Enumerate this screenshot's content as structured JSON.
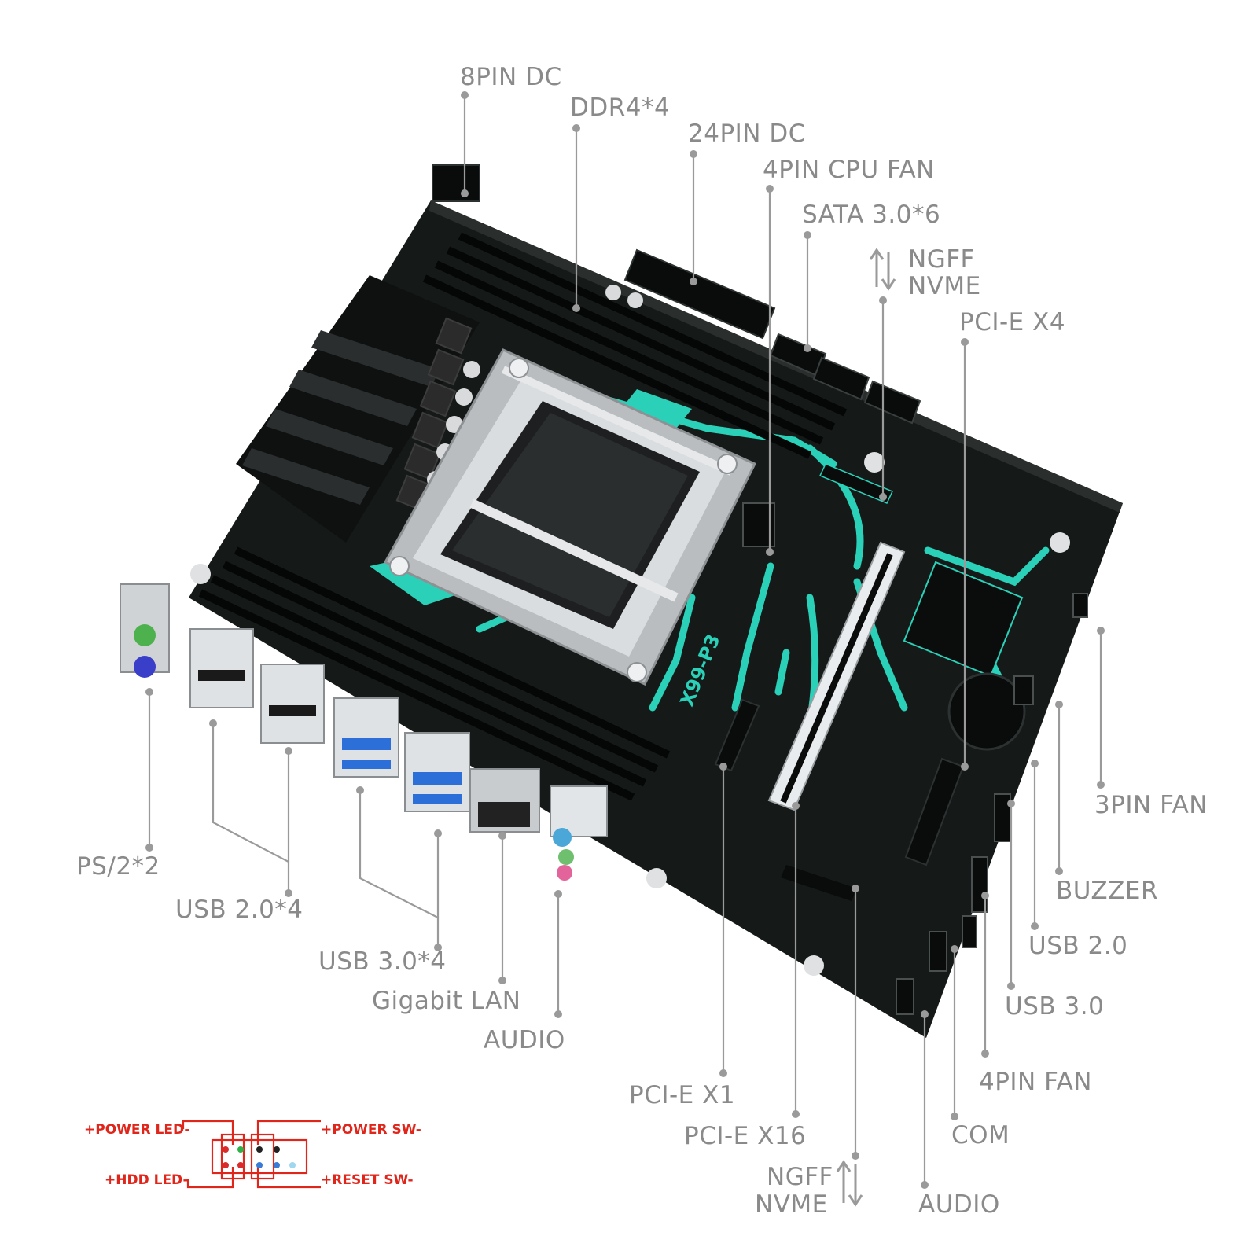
{
  "model_silkscreen": "X99-P3",
  "labels": {
    "pin8_dc": "8PIN DC",
    "ddr4": "DDR4*4",
    "pin24_dc": "24PIN DC",
    "cpu_fan": "4PIN CPU FAN",
    "sata": "SATA 3.0*6",
    "ngff_top_1": "NGFF",
    "ngff_top_2": "NVME",
    "pcie_x4": "PCI-E X4",
    "fan_3pin": "3PIN FAN",
    "buzzer": "BUZZER",
    "usb20_header": "USB 2.0",
    "usb30_header": "USB 3.0",
    "fan_4pin": "4PIN FAN",
    "com": "COM",
    "audio_header": "AUDIO",
    "ngff_bottom_1": "NGFF",
    "ngff_bottom_2": "NVME",
    "pcie_x16": "PCI-E X16",
    "pcie_x1": "PCI-E X1",
    "audio_rear": "AUDIO",
    "lan": "Gigabit LAN",
    "usb30_rear": "USB 3.0*4",
    "usb20_rear": "USB 2.0*4",
    "ps2": "PS/2*2"
  },
  "front_panel": {
    "power_led": "+POWER LED-",
    "power_sw": "+POWER SW-",
    "hdd_led": "+HDD LED-",
    "reset_sw": "+RESET SW-",
    "pin_colors": [
      "#d92b2b",
      "#2fb04a",
      "#222222",
      "#222222",
      "#d92b2b",
      "#d92b2b",
      "#3a7bd5",
      "#3a7bd5",
      "#9fd7f0"
    ]
  },
  "colors": {
    "board": "#151918",
    "accent": "#2ad1b8",
    "heatsink": "#0f1111",
    "metal": "#c6c9cc",
    "label": "#8a8a8a",
    "panel_red": "#e0261b"
  }
}
